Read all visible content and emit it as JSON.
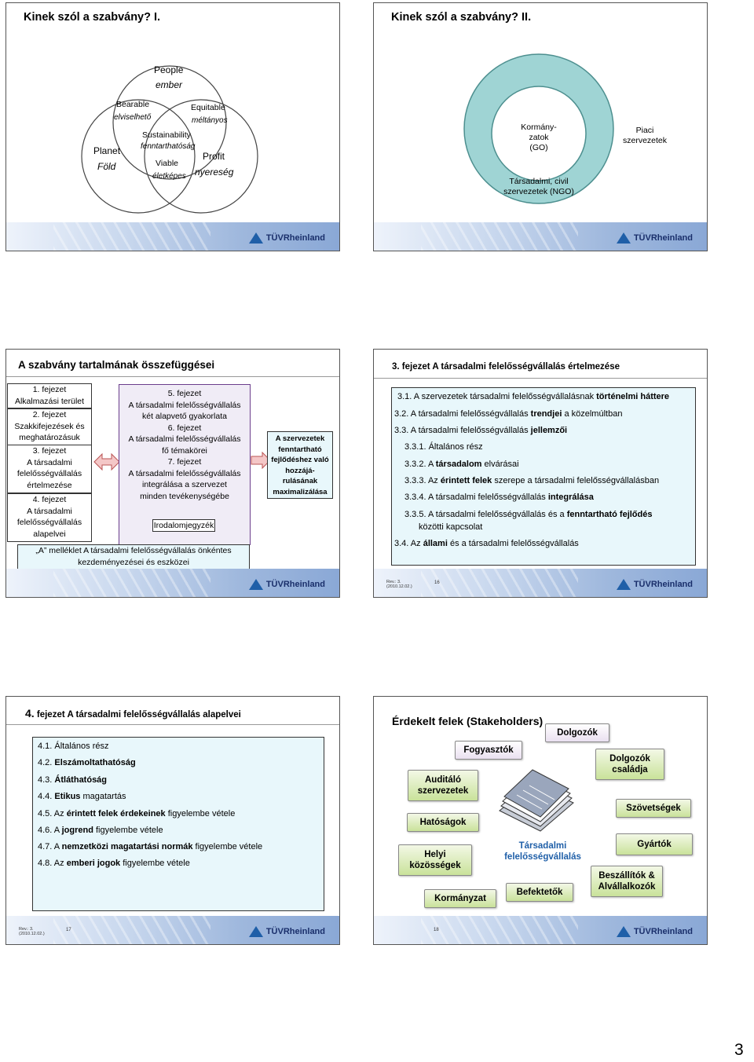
{
  "slide1": {
    "title": "Kinek szól a szabvány? I.",
    "people": "People",
    "people_hu": "ember",
    "bearable": "Bearable",
    "bearable_hu": "elviselhető",
    "equitable": "Equitable",
    "equitable_hu": "méltányos",
    "sustainability": "Sustainability",
    "sustainability_hu": "fenntarthatóság",
    "planet": "Planet",
    "planet_hu": "Föld",
    "profit": "Profit",
    "profit_hu": "nyereség",
    "viable": "Viable",
    "viable_hu": "életképes",
    "logo": "TÜVRheinland"
  },
  "slide2": {
    "title": "Kinek szól a szabvány? II.",
    "inner": [
      "Kormány-",
      "zatok",
      "(GO)"
    ],
    "middle": [
      "Társadalmi, civil",
      "szervezetek (NGO)"
    ],
    "outer": [
      "Piaci",
      "szervezetek"
    ],
    "logo": "TÜVRheinland"
  },
  "slide3": {
    "title": "A szabvány tartalmának összefüggései",
    "left": [
      {
        "l1": "1. fejezet",
        "l2": "Alkalmazási terület"
      },
      {
        "l1": "2. fejezet",
        "l2": "Szakkifejezések és",
        "l3": "meghatározásuk"
      },
      {
        "l1": "3. fejezet",
        "l2": "A társadalmi",
        "l3": "felelősségvállalás",
        "l4": "értelmezése"
      },
      {
        "l1": "4. fejezet",
        "l2": "A társadalmi",
        "l3": "felelősségvállalás",
        "l4": "alapelvei"
      }
    ],
    "mid": [
      "5. fejezet",
      "A társadalmi felelősségvállalás",
      "két alapvető gyakorlata",
      "6. fejezet",
      "A társadalmi felelősségvállalás",
      "fő témakörei",
      "7. fejezet",
      "A társadalmi felelősségvállalás",
      "integrálása a szervezet",
      "minden tevékenységébe"
    ],
    "irodalom": "Irodalomjegyzék",
    "right": [
      "A szervezetek",
      "fenntartható",
      "fejlődéshez való",
      "hozzájá-",
      "rulásának",
      "maximalizálása"
    ],
    "annex": [
      "„A” melléklet A társadalmi felelősségvállalás önkéntes",
      "kezdeményezései és eszközei"
    ],
    "logo": "TÜVRheinland"
  },
  "slide4": {
    "title": "3. fejezet A társadalmi felelősségvállalás értelmezése",
    "items": [
      {
        "pre": "3.1. A szervezetek társadalmi felelősségvállalásnak ",
        "bold": "történelmi háttere",
        "post": ""
      },
      {
        "pre": "3.2. A társadalmi felelősségvállalás ",
        "bold": "trendjei",
        "post": " a közelmúltban"
      },
      {
        "pre": "3.3. A társadalmi felelősségvállalás ",
        "bold": "jellemzői",
        "post": ""
      },
      {
        "pre": "3.3.1. Általános rész",
        "bold": "",
        "post": ""
      },
      {
        "pre": "3.3.2. A ",
        "bold": "társadalom",
        "post": " elvárásai"
      },
      {
        "pre": "3.3.3. Az ",
        "bold": "érintett felek",
        "post": " szerepe a társadalmi felelősségvállalásban"
      },
      {
        "pre": "3.3.4. A társadalmi felelősségvállalás ",
        "bold": "integrálása",
        "post": ""
      },
      {
        "pre": "3.3.5. A társadalmi felelősségvállalás és a ",
        "bold": "fenntartható fejlődés",
        "post": ""
      },
      {
        "pre": "közötti kapcsolat",
        "bold": "",
        "post": ""
      },
      {
        "pre": "3.4. Az ",
        "bold": "állami",
        "post": " és a társadalmi felelősségvállalás"
      }
    ],
    "rev": [
      "Rev.: 3.",
      "(2010.12.02.)"
    ],
    "page": "16",
    "logo": "TÜVRheinland"
  },
  "slide5": {
    "title_num": "4.",
    "title_rest": " fejezet A társadalmi felelősségvállalás alapelvei",
    "items": [
      {
        "pre": "4.1. Általános rész",
        "bold": "",
        "post": ""
      },
      {
        "pre": "4.2. ",
        "bold": "Elszámoltathatóság",
        "post": ""
      },
      {
        "pre": "4.3. ",
        "bold": "Átláthatóság",
        "post": ""
      },
      {
        "pre": "4.4. ",
        "bold": "Etikus",
        "post": " magatartás"
      },
      {
        "pre": "4.5. Az ",
        "bold": "érintett felek érdekeinek",
        "post": " figyelembe vétele"
      },
      {
        "pre": "4.6. A ",
        "bold": "jogrend",
        "post": " figyelembe vétele"
      },
      {
        "pre": "4.7. A ",
        "bold": "nemzetközi magatartási normák",
        "post": " figyelembe vétele"
      },
      {
        "pre": "4.8. Az ",
        "bold": "emberi jogok",
        "post": " figyelembe vétele"
      }
    ],
    "rev": [
      "Rev.: 3.",
      "(2010.12.02.)"
    ],
    "page": "17",
    "logo": "TÜVRheinland"
  },
  "slide6": {
    "title": "Érdekelt felek (Stakeholders)",
    "dolgozok": "Dolgozók",
    "fogyasztok": "Fogyasztók",
    "auditalo": [
      "Auditáló",
      "szervezetek"
    ],
    "dolgozok_csaladja": [
      "Dolgozók",
      "családja"
    ],
    "szovetsegek": "Szövetségek",
    "hatosagok": "Hatóságok",
    "helyi": [
      "Helyi",
      "közösségek"
    ],
    "center": [
      "Társadalmi",
      "felelősségvállalás"
    ],
    "gyartok": "Gyártók",
    "beszallitok": [
      "Beszállítók &",
      "Alvállalkozók"
    ],
    "kormanyzat": "Kormányzat",
    "befektetok": "Befektetők",
    "page": "18",
    "logo": "TÜVRheinland"
  },
  "page_number": "3"
}
